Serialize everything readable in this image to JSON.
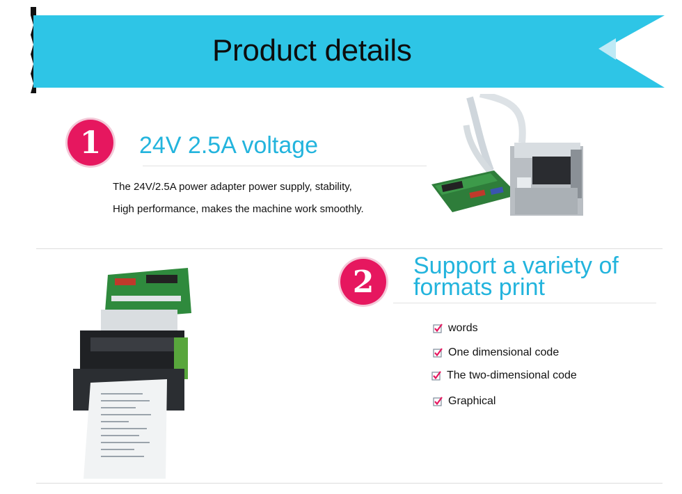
{
  "banner": {
    "title": "Product details",
    "color": "#2ec5e6"
  },
  "section1": {
    "number": "1",
    "heading": "24V 2.5A voltage",
    "lines": [
      "The 24V/2.5A power adapter power supply, stability,",
      "High performance, makes the machine work smoothly."
    ]
  },
  "section2": {
    "number": "2",
    "heading_lines": [
      "Support a variety of",
      "formats print"
    ],
    "features": [
      "words",
      "One dimensional code",
      "The two-dimensional code",
      "Graphical"
    ]
  },
  "colors": {
    "accent_pink": "#e6175f",
    "heading_blue": "#23b4dd",
    "check": "#e6175f"
  },
  "images": [
    {
      "name": "printer-mechanism-photo",
      "icon": "thermal-printer-module"
    },
    {
      "name": "printer-with-paper-photo",
      "icon": "thermal-printer-with-receipt"
    }
  ]
}
